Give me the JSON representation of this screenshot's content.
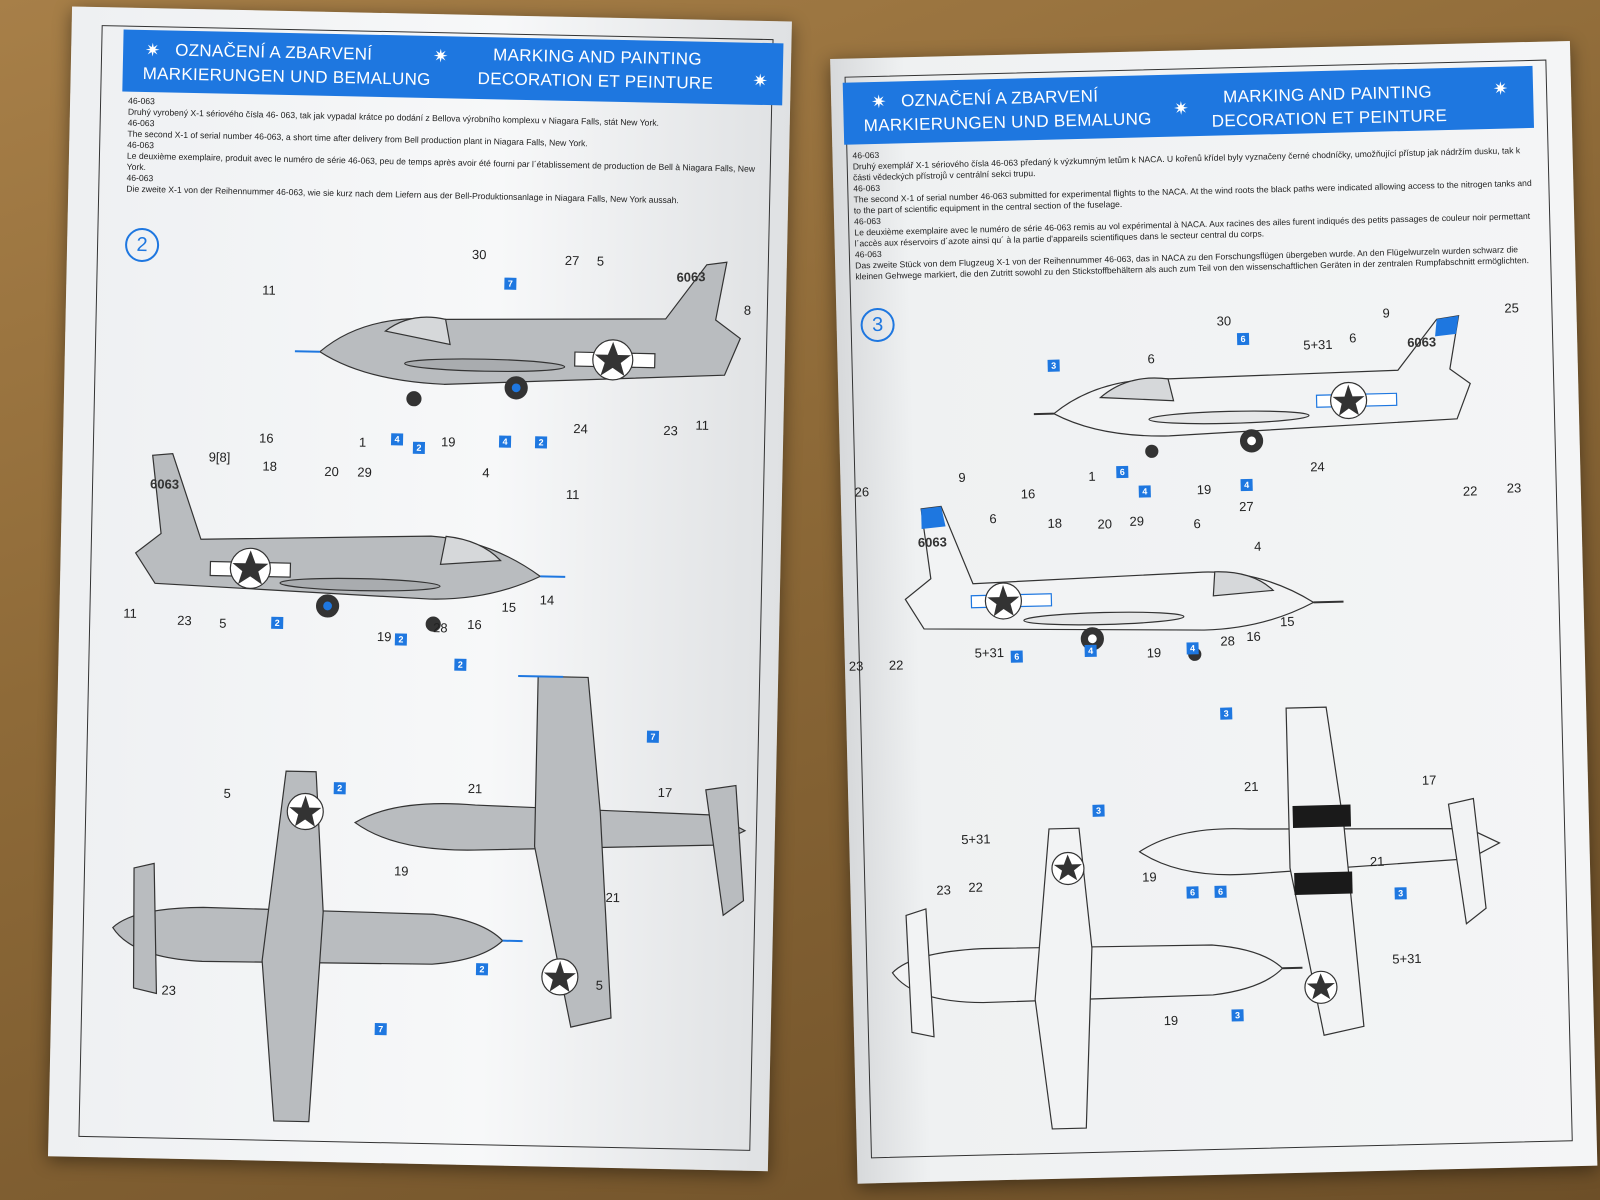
{
  "headers": {
    "cz": "OZNAČENÍ A ZBARVENÍ",
    "de": "MARKIERUNGEN UND BEMALUNG",
    "en": "MARKING AND PAINTING",
    "fr": "DECORATION ET PEINTURE",
    "star": "✷"
  },
  "left": {
    "texts": [
      {
        "code": "46-063",
        "text": "Druhý vyrobený X-1 sériového čísla  46- 063, tak jak vypadal krátce po dodání z Bellova výrobního komplexu v Niagara Falls, stát New York."
      },
      {
        "code": "46-063",
        "text": "The second X-1 of serial number 46-063, a short time after delivery from Bell production plant in Niagara Falls, New York."
      },
      {
        "code": "46-063",
        "text": "Le deuxième exemplaire, produit avec le numéro de série 46-063, peu de temps après avoir été fourni par l´établissement de production de Bell à Niagara Falls, New York."
      },
      {
        "code": "46-063",
        "text": "Die zweite X-1 von der Reihennummer 46-063, wie sie kurz nach dem Liefern aus der Bell-Produktionsanlage in Niagara Falls, New York aussah."
      }
    ],
    "scheme": "2",
    "serial": "6063",
    "labels": [
      "30",
      "27",
      "5",
      "8",
      "11",
      "16",
      "1",
      "19",
      "24",
      "23",
      "11",
      "9[8]",
      "18",
      "20",
      "29",
      "4",
      "11",
      "14",
      "15",
      "16",
      "28",
      "19",
      "11",
      "23",
      "5",
      "5",
      "21",
      "17",
      "19",
      "21",
      "23",
      "5"
    ],
    "blue": [
      "7",
      "4",
      "2",
      "4",
      "2",
      "2",
      "2",
      "2",
      "7",
      "2",
      "2",
      "7"
    ]
  },
  "right": {
    "texts": [
      {
        "code": "46-063",
        "text": "Druhý exemplář X-1 sériového čísla 46-063 předaný k výzkumným letům k NACA. U kořenů křídel byly vyznačeny černé chodníčky, umožňující přístup jak nádržím dusku, tak k části vědeckých přístrojů v centrální sekci trupu."
      },
      {
        "code": "46-063",
        "text": "The second X-1 of serial number 46-063 submitted for experimental flights to the NACA. At the wind roots the black paths were indicated allowing access to the nitrogen tanks and to the part of scientific equipment in the central section of the fuselage."
      },
      {
        "code": "46-063",
        "text": "Le deuxième exemplaire avec le numéro de série 46-063 remis au vol expérimental à NACA. Aux racines des ailes furent indiqués des petits passages de couleur noir permettant l´accès aux réservoirs d´azote ainsi qu´ à la partie d'appareils scientifiques dans le secteur central du corps."
      },
      {
        "code": "46-063",
        "text": "Das zweite Stück von dem Flugzeug X-1 von der Reihennummer 46-063, das in NACA zu den Forschungsflügen übergeben wurde. An den Flügelwurzeln wurden schwarz die kleinen Gehwege markiert, die den Zutritt sowohl zu den Stickstoffbehältern als auch zum Teil von den wissenschaftlichen Geräten in der zentralen Rumpfabschnitt ermöglichten."
      }
    ],
    "scheme": "3",
    "serial": "6063",
    "labels": [
      "30",
      "9",
      "25",
      "6",
      "5+31",
      "6",
      "16",
      "1",
      "19",
      "24",
      "22",
      "23",
      "26",
      "9",
      "6",
      "18",
      "20",
      "29",
      "27",
      "6",
      "4",
      "23",
      "22",
      "5+31",
      "19",
      "28",
      "16",
      "15",
      "21",
      "17",
      "5+31",
      "21",
      "23",
      "22",
      "19",
      "19",
      "5+31"
    ],
    "blue": [
      "3",
      "6",
      "6",
      "4",
      "4",
      "6",
      "4",
      "4",
      "3",
      "3",
      "6",
      "6",
      "3",
      "3"
    ]
  },
  "colors": {
    "header_blue": "#1e77e0",
    "aircraft_grey": "#b9bcbf",
    "aircraft_white": "#f2f3f4",
    "black": "#1a1a1a"
  }
}
